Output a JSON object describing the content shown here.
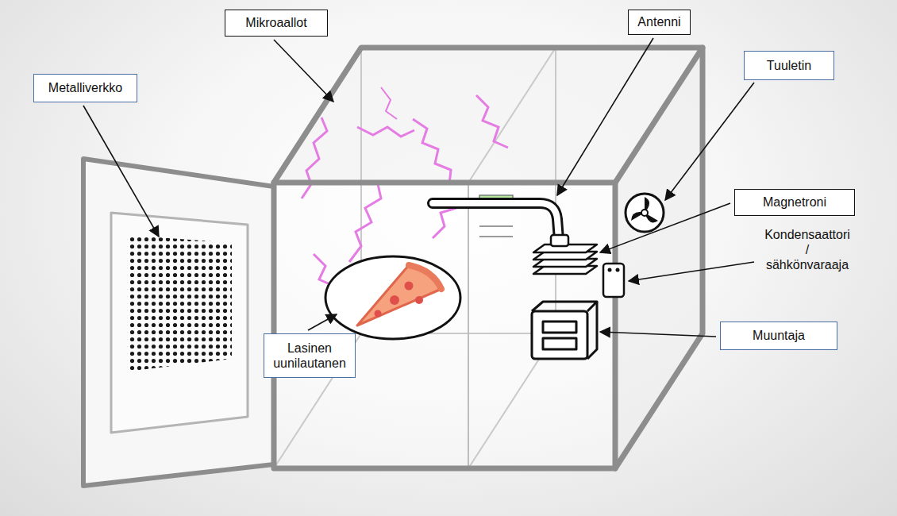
{
  "diagram": {
    "nodes": [
      {
        "text": [
          "Mikroaallot"
        ]
      },
      {
        "text": [
          "Antenni"
        ]
      },
      {
        "text": [
          "Tuuletin"
        ]
      },
      {
        "text": [
          "Metalliverkko"
        ]
      },
      {
        "text": [
          "Magnetroni"
        ]
      },
      {
        "text": [
          "Muuntaja"
        ]
      },
      {
        "text": [
          "Lasinen uunilautanen"
        ]
      }
    ],
    "labels": [
      "Kondensaattori / sähkönvaraaja"
    ]
  }
}
